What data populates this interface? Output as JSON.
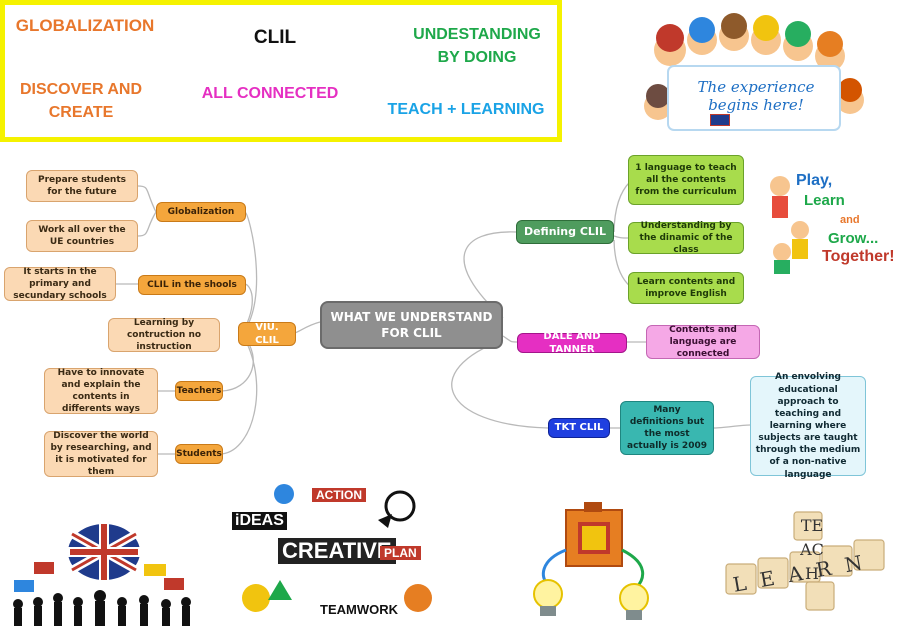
{
  "banner": {
    "globalization": "GLOBALIZATION",
    "clil": "CLIL",
    "understanding": "UNDESTANDING BY DOING",
    "discover": "DISCOVER AND CREATE",
    "connected": "ALL CONNECTED",
    "teach": "TEACH + LEARNING"
  },
  "colors": {
    "banner_border": "#f5f200",
    "orange_text": "#e8772c",
    "green_text": "#1ea84a",
    "magenta_text": "#e52fc2",
    "blue_text": "#1aa3e6"
  },
  "mindmap": {
    "center": "WHAT WE UNDERSTAND FOR CLIL",
    "left_main": "VIU. CLIL",
    "left_branches": {
      "globalization": "Globalization",
      "clil_schools": "CLIL in the shools",
      "teachers": "Teachers",
      "students": "Students"
    },
    "left_leaves": {
      "prepare": "Prepare students for the future",
      "work_ue": "Work all over the UE countries",
      "primary": "It starts in the primary and secundary schools",
      "learning": "Learning by contruction no instruction",
      "innovate": "Have to innovate and explain the contents in differents ways",
      "discover": "Discover the world by researching, and it is motivated for them"
    },
    "right": {
      "defining": "Defining CLIL",
      "def_1": "1 language to teach all the contents from the curriculum",
      "def_2": "Understanding by the dinamic of the class",
      "def_3": "Learn contents and improve English",
      "dale": "DALE AND TANNER",
      "dale_1": "Contents and language are connected",
      "tkt": "TKT CLIL",
      "tkt_1": "Many definitions but the most actually is 2009",
      "tkt_2": "An envolving educational approach to teaching and learning where subjects are taught through the medium of a non-native language"
    }
  },
  "pictures": {
    "experience": "The experience begins here!",
    "play_1": "Play,",
    "play_2": "Learn",
    "play_3": "and",
    "play_4": "Grow...",
    "play_5": "Together!",
    "creative_action": "ACTION",
    "creative_ideas": "iDEAS",
    "creative_word": "CREATIVE",
    "creative_plan": "PLAN",
    "creative_team": "TEAMWORK",
    "tiles_learn": "LEARN",
    "tiles_teach": "TEACH"
  }
}
